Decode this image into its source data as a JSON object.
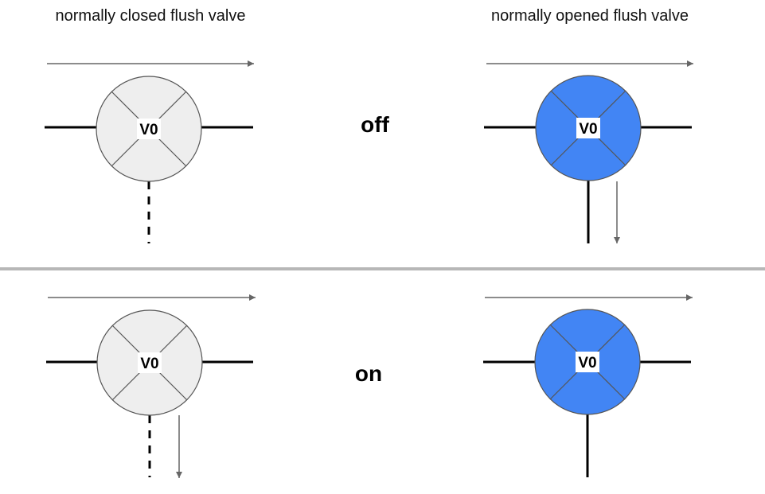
{
  "columns": {
    "left_title": "normally closed flush valve",
    "right_title": "normally opened flush valve"
  },
  "states": {
    "off": "off",
    "on": "on"
  },
  "valve": {
    "label": "V0"
  },
  "colors": {
    "closed_valve_fill": "#eeeeee",
    "open_valve_fill": "#4285f4",
    "valve_stroke": "#555555",
    "pipe": "#000000",
    "arrow": "#666666",
    "divider": "#b7b7b7"
  },
  "valves": [
    {
      "id": "off-closed",
      "type": "normally-closed",
      "state": "off",
      "outlet": "dashed",
      "outlet_flow": false
    },
    {
      "id": "off-open",
      "type": "normally-opened",
      "state": "off",
      "outlet": "solid",
      "outlet_flow": true
    },
    {
      "id": "on-closed",
      "type": "normally-closed",
      "state": "on",
      "outlet": "dashed",
      "outlet_flow": true
    },
    {
      "id": "on-open",
      "type": "normally-opened",
      "state": "on",
      "outlet": "solid",
      "outlet_flow": false
    }
  ]
}
